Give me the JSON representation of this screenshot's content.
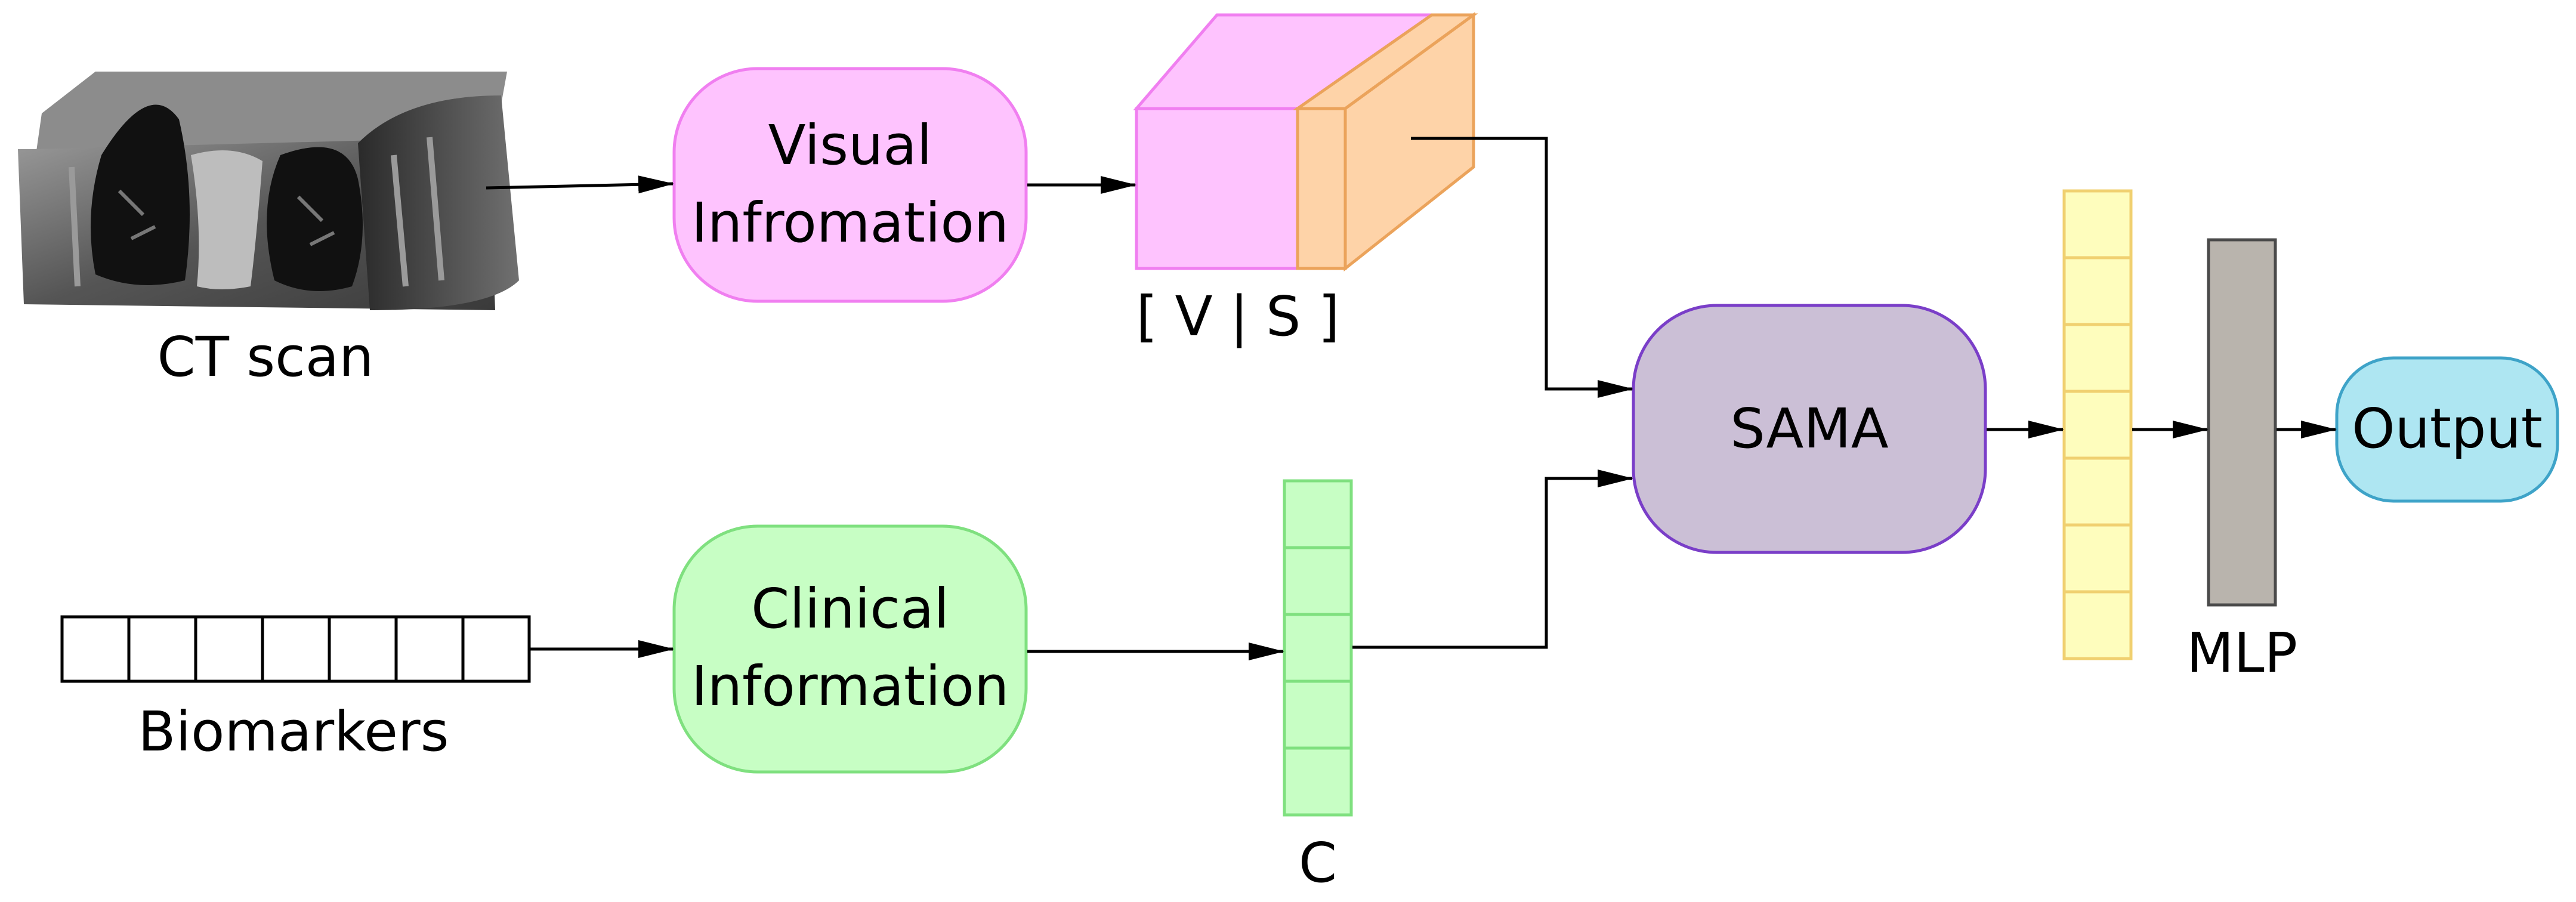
{
  "ct_scan": {
    "label": "CT scan",
    "icon": "ct-scan-lung-volume-icon"
  },
  "biomarkers": {
    "label": "Biomarkers",
    "cell_count": 7
  },
  "visual_box": {
    "line1": "Visual",
    "line2": "Infromation",
    "fill": "#fec3fe",
    "stroke": "#f07ff0"
  },
  "clinical_box": {
    "line1": "Clinical",
    "line2": "Information",
    "fill": "#c7fec4",
    "stroke": "#7fe07f"
  },
  "vs_block": {
    "label": "[ V | S ]",
    "v_fill": "#fec3fe",
    "s_fill": "#fed3a8"
  },
  "c_vector": {
    "label": "C",
    "cell_count": 5,
    "fill": "#c7fec4",
    "stroke": "#7fe07f"
  },
  "sama_box": {
    "label": "SAMA",
    "fill": "#cbbfd6",
    "stroke": "#7a3ec8"
  },
  "fused_vector": {
    "cell_count": 7,
    "fill": "#fefdbd",
    "stroke": "#f0d070"
  },
  "mlp": {
    "label": "MLP",
    "fill": "#b9b4ad"
  },
  "output_box": {
    "label": "Output",
    "fill": "#aee6f2",
    "stroke": "#3ea3c8"
  }
}
